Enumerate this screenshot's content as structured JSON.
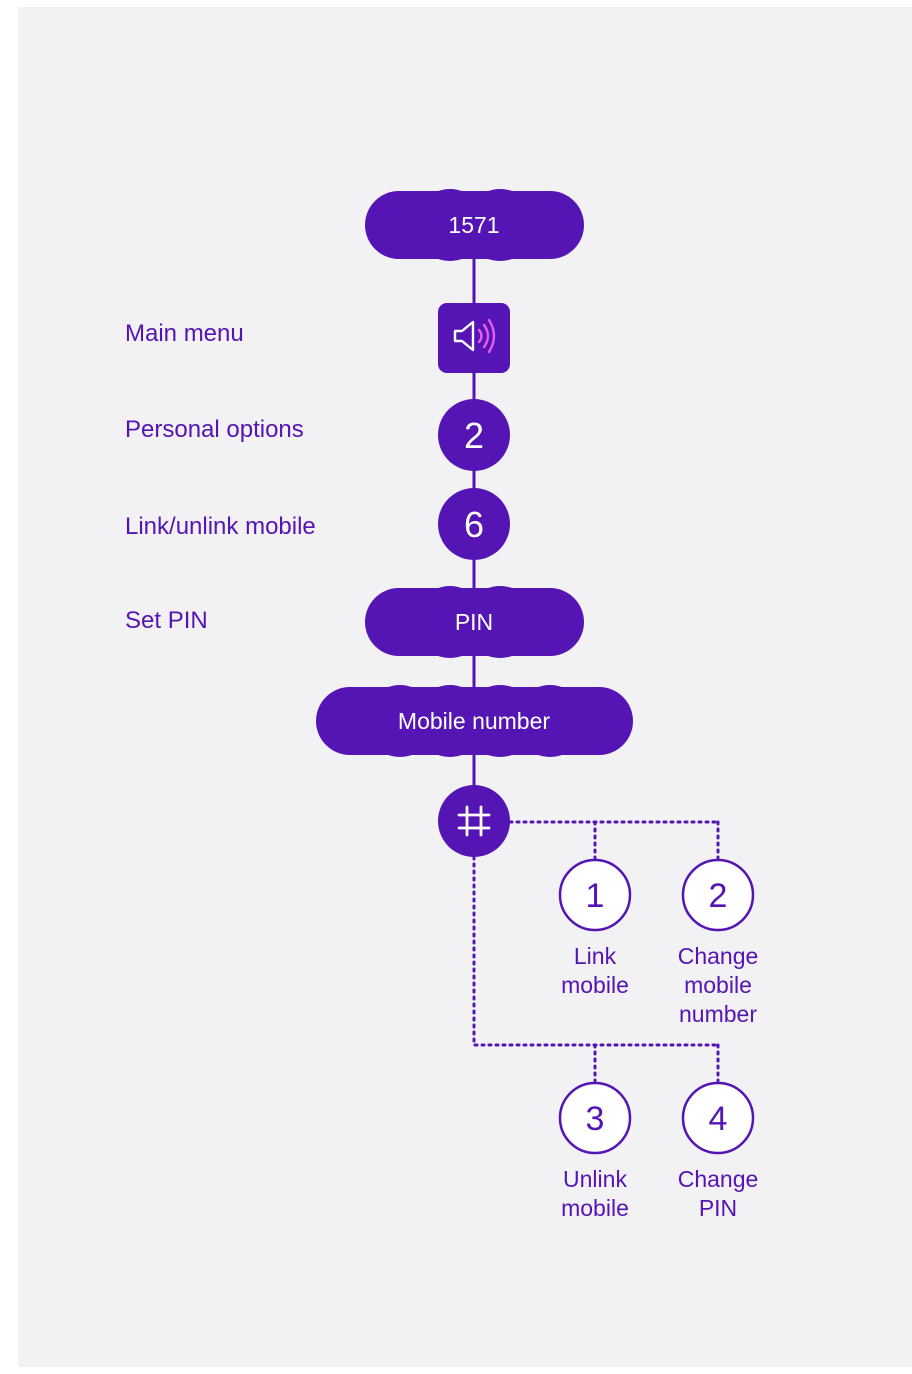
{
  "colors": {
    "primary": "#5514b4",
    "accent": "#e85df0",
    "panel": "#f2f1f3",
    "on_primary": "#ffffff"
  },
  "flow": {
    "dial_number": "1571",
    "steps": [
      {
        "label": "Main menu",
        "icon": "speaker-icon"
      },
      {
        "label": "Personal options",
        "key": "2"
      },
      {
        "label": "Link/unlink mobile",
        "key": "6"
      },
      {
        "label": "Set PIN",
        "key": "PIN"
      }
    ],
    "mobile_entry": "Mobile number",
    "confirm_key": "#",
    "options": [
      {
        "key": "1",
        "label_lines": [
          "Link",
          "mobile"
        ]
      },
      {
        "key": "2",
        "label_lines": [
          "Change",
          "mobile",
          "number"
        ]
      },
      {
        "key": "3",
        "label_lines": [
          "Unlink",
          "mobile"
        ]
      },
      {
        "key": "4",
        "label_lines": [
          "Change",
          "PIN"
        ]
      }
    ]
  }
}
